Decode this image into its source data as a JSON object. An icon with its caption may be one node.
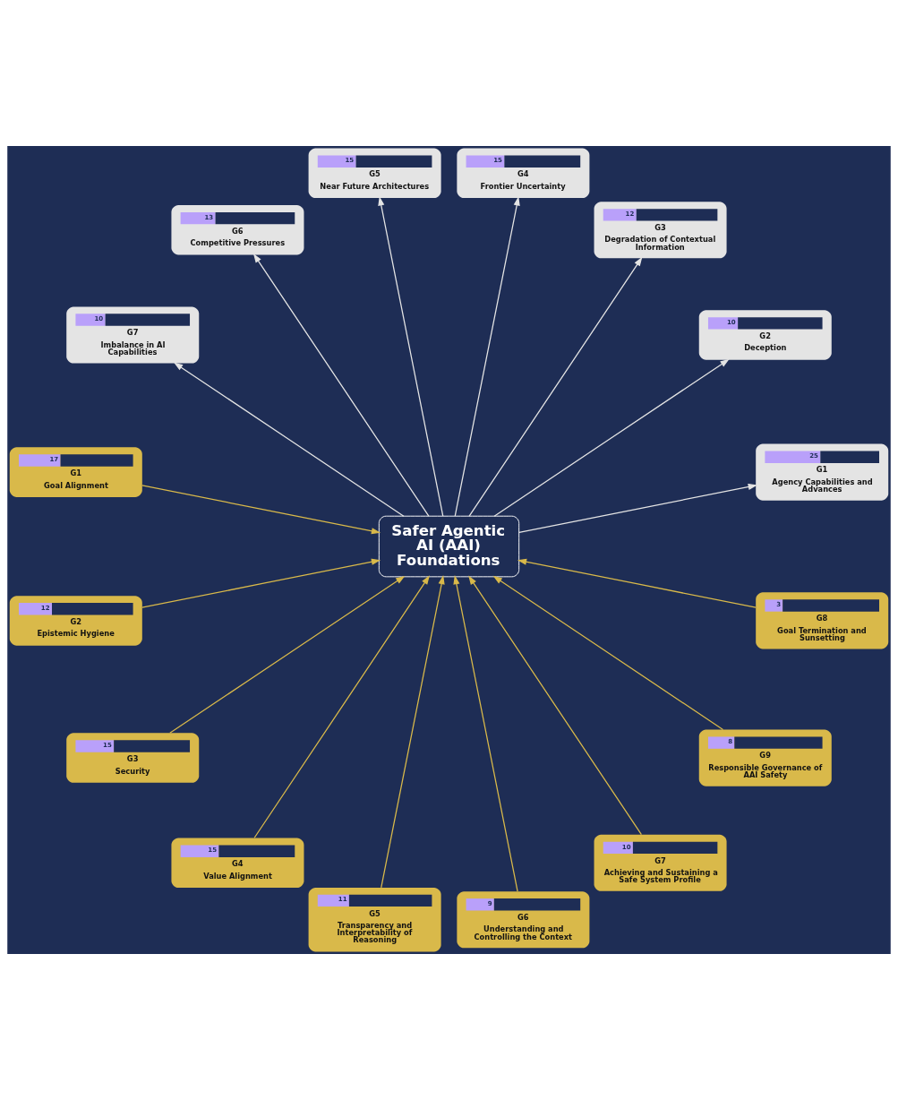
{
  "diagram": {
    "nodes": [
      {
        "text": [
          "25",
          "G1",
          "Agency Capabilities and Advances"
        ]
      },
      {
        "text": [
          "17",
          "G1",
          "Goal Alignment"
        ]
      },
      {
        "text": [
          "12",
          "G2",
          "Epistemic Hygiene"
        ]
      },
      {
        "text": [
          "10",
          "G2",
          "Deception"
        ]
      },
      {
        "text": [
          "15",
          "G3",
          "Security"
        ]
      },
      {
        "text": [
          "12",
          "G3",
          "Degradation of Contextual Information"
        ]
      },
      {
        "text": [
          "15",
          "G4",
          "Value Alignment"
        ]
      },
      {
        "text": [
          "15",
          "G4",
          "Frontier Uncertainty"
        ]
      },
      {
        "text": [
          "Safer Agentic AI (AAI) Foundations"
        ]
      },
      {
        "text": [
          "11",
          "G5",
          "Transparency and Interpretability of Reasoning"
        ]
      },
      {
        "text": [
          "15",
          "G5",
          "Near Future Architectures"
        ]
      },
      {
        "text": [
          "9",
          "G6",
          "Understanding and Controlling the Context"
        ]
      },
      {
        "text": [
          "13",
          "G6",
          "Competitive Pressures"
        ]
      },
      {
        "text": [
          "10",
          "G7",
          "Achieving and Sustaining a Safe System Profile"
        ]
      },
      {
        "text": [
          "10",
          "G7",
          "Imbalance in AI Capabilities"
        ]
      },
      {
        "text": [
          "8",
          "G9",
          "Responsible Governance of AAI Safety"
        ]
      },
      {
        "text": [
          "3",
          "G8",
          "Goal Termination and Sunsetting"
        ]
      }
    ],
    "edges": [
      {
        "from": 8,
        "to": 0,
        "arrow": "to",
        "color": "#e4e4e4"
      },
      {
        "from": 1,
        "to": 8,
        "arrow": "to"
      },
      {
        "from": 2,
        "to": 8,
        "arrow": "to"
      },
      {
        "from": 4,
        "to": 8,
        "arrow": "to"
      },
      {
        "from": 6,
        "to": 8,
        "arrow": "to"
      },
      {
        "from": 9,
        "to": 8,
        "arrow": "to"
      },
      {
        "from": 11,
        "to": 8,
        "arrow": "to"
      },
      {
        "from": 13,
        "to": 8,
        "arrow": "to"
      },
      {
        "from": 16,
        "to": 8,
        "arrow": "to"
      },
      {
        "from": 15,
        "to": 8,
        "arrow": "to"
      },
      {
        "from": 8,
        "to": 14,
        "arrow": "to",
        "color": "#e4e4e4"
      },
      {
        "from": 8,
        "to": 12,
        "arrow": "to",
        "color": "#e4e4e4"
      },
      {
        "from": 8,
        "to": 10,
        "arrow": "to",
        "color": "#e4e4e4"
      },
      {
        "from": 8,
        "to": 7,
        "arrow": "to",
        "color": "#e4e4e4"
      },
      {
        "from": 8,
        "to": 5,
        "arrow": "to",
        "color": "#e4e4e4"
      },
      {
        "from": 8,
        "to": 3,
        "arrow": "to",
        "color": "#e4e4e4"
      }
    ]
  }
}
